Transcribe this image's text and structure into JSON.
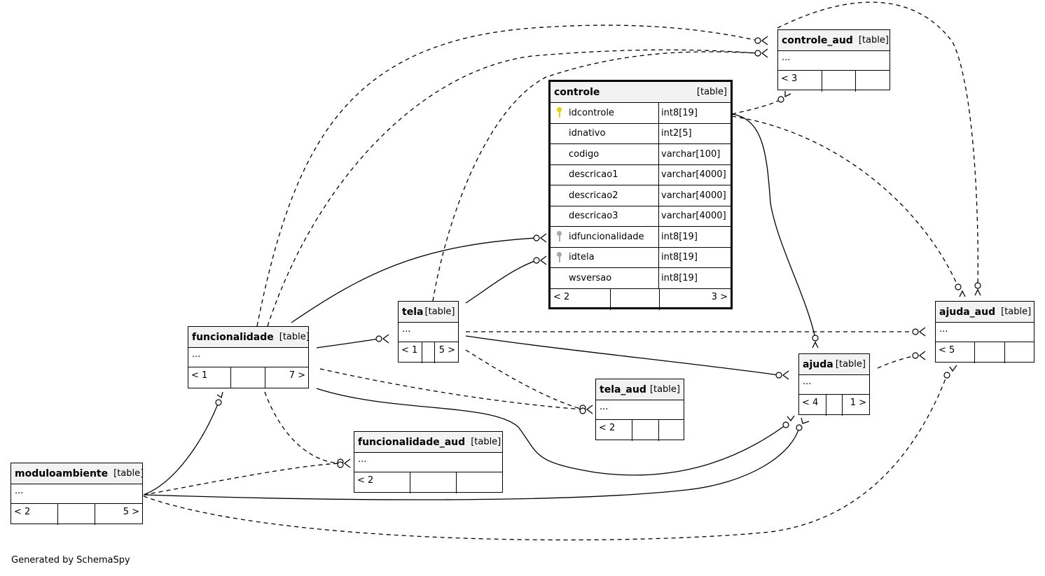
{
  "footer": "Generated by SchemaSpy",
  "tables": {
    "controle_aud": {
      "name": "controle_aud",
      "type": "[table]",
      "body": "...",
      "foot": [
        "< 3",
        "",
        ""
      ]
    },
    "controle": {
      "name": "controle",
      "type": "[table]",
      "columns": [
        {
          "name": "idcontrole",
          "type": "int8[19]",
          "key": "pk"
        },
        {
          "name": "idnativo",
          "type": "int2[5]",
          "key": "none"
        },
        {
          "name": "codigo",
          "type": "varchar[100]",
          "key": "none"
        },
        {
          "name": "descricao1",
          "type": "varchar[4000]",
          "key": "none"
        },
        {
          "name": "descricao2",
          "type": "varchar[4000]",
          "key": "none"
        },
        {
          "name": "descricao3",
          "type": "varchar[4000]",
          "key": "none"
        },
        {
          "name": "idfuncionalidade",
          "type": "int8[19]",
          "key": "fk"
        },
        {
          "name": "idtela",
          "type": "int8[19]",
          "key": "fk"
        },
        {
          "name": "wsversao",
          "type": "int8[19]",
          "key": "none"
        }
      ],
      "foot": [
        "< 2",
        "",
        "3 >"
      ]
    },
    "tela": {
      "name": "tela",
      "type": "[table]",
      "body": "...",
      "foot": [
        "< 1",
        "",
        "5 >"
      ]
    },
    "funcionalidade": {
      "name": "funcionalidade",
      "type": "[table]",
      "body": "...",
      "foot": [
        "< 1",
        "",
        "7 >"
      ]
    },
    "ajuda_aud": {
      "name": "ajuda_aud",
      "type": "[table]",
      "body": "...",
      "foot": [
        "< 5",
        "",
        ""
      ]
    },
    "ajuda": {
      "name": "ajuda",
      "type": "[table]",
      "body": "...",
      "foot": [
        "< 4",
        "",
        "1 >"
      ]
    },
    "tela_aud": {
      "name": "tela_aud",
      "type": "[table]",
      "body": "...",
      "foot": [
        "< 2",
        "",
        ""
      ]
    },
    "funcionalidade_aud": {
      "name": "funcionalidade_aud",
      "type": "[table]",
      "body": "...",
      "foot": [
        "< 2",
        "",
        ""
      ]
    },
    "moduloambiente": {
      "name": "moduloambiente",
      "type": "[table]",
      "body": "...",
      "foot": [
        "< 2",
        "",
        "5 >"
      ]
    }
  }
}
